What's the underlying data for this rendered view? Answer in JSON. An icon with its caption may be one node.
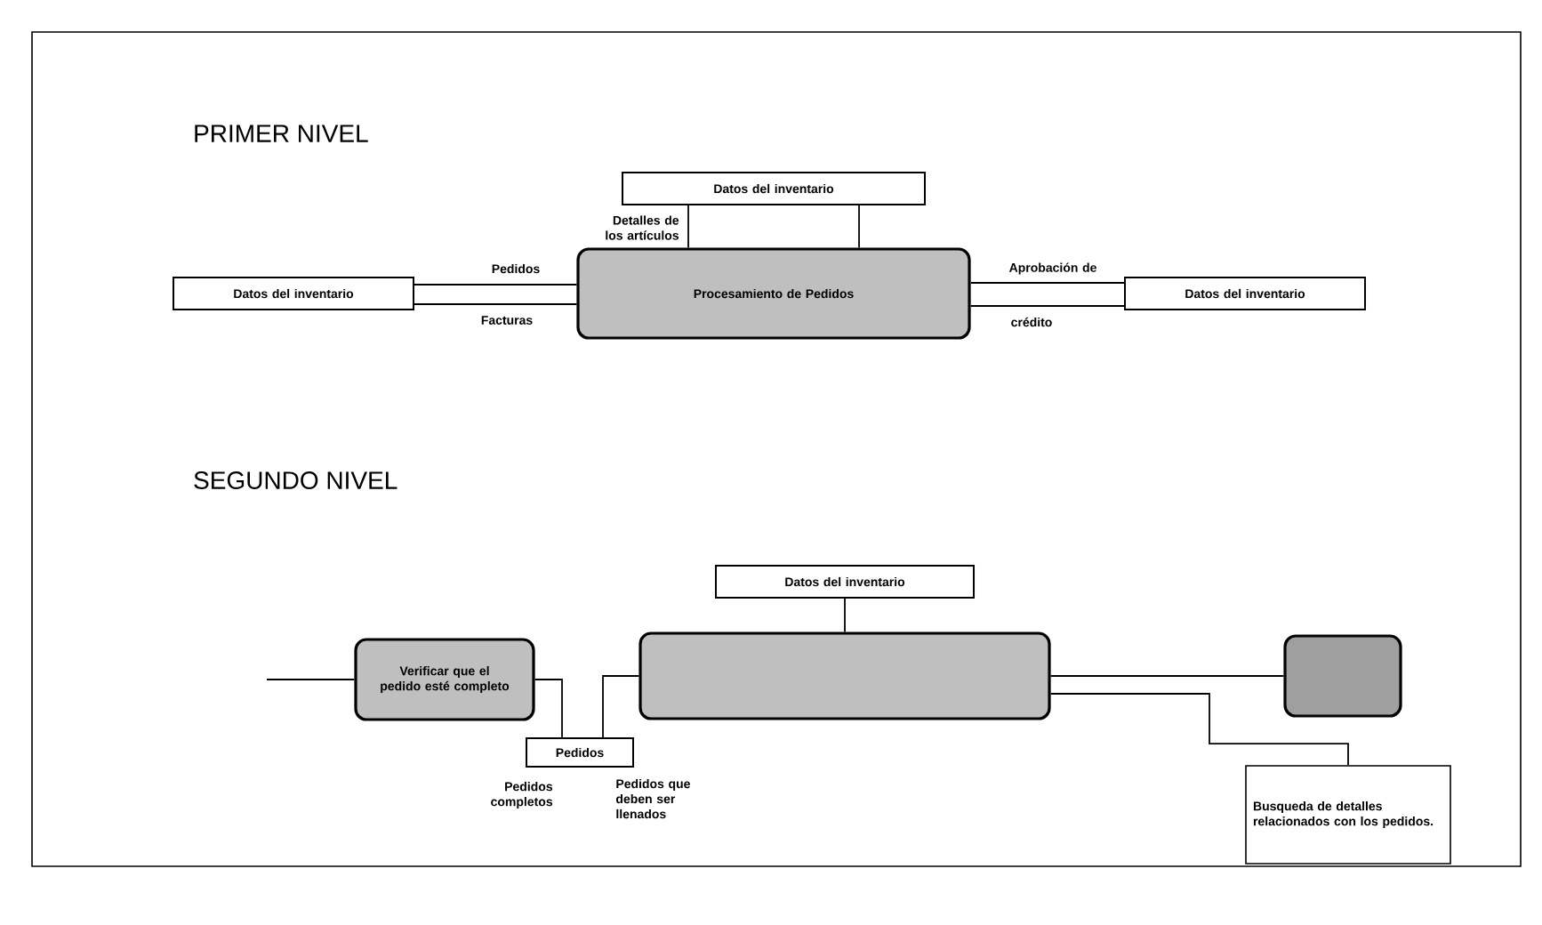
{
  "diagram": {
    "nodes": [
      {
        "text": [
          "Datos del inventario"
        ]
      },
      {
        "text": [
          "Procesamiento de Pedidos"
        ]
      },
      {
        "text": [
          "Datos del inventario"
        ]
      },
      {
        "text": [
          "Datos del inventario"
        ]
      },
      {
        "text": [
          "Datos del inventario"
        ]
      },
      {
        "text": [
          "Verificar que el pedido esté completo"
        ]
      },
      {
        "text": [
          "Pedidos"
        ]
      },
      {
        "text": [],
        "shape": "box"
      },
      {
        "text": [],
        "shape": "box"
      },
      {
        "text": [
          "Busqueda de detalles relacionados con los pedidos."
        ]
      }
    ],
    "edges": [
      {
        "from": 0,
        "to": 1,
        "arrow": "none",
        "label": "Detalles de los artículos"
      },
      {
        "from": 0,
        "to": 1,
        "arrow": "none"
      },
      {
        "from": 2,
        "to": 1,
        "arrow": "none",
        "label": "Pedidos"
      },
      {
        "from": 2,
        "to": 1,
        "arrow": "none",
        "label": "Facturas"
      },
      {
        "from": 1,
        "to": 3,
        "arrow": "none",
        "label": "Aprobación de"
      },
      {
        "from": 1,
        "to": 3,
        "arrow": "none",
        "label": "crédito"
      },
      {
        "from": null,
        "to": 5,
        "arrow": "none"
      },
      {
        "from": 5,
        "to": 6,
        "arrow": "none",
        "label": "Pedidos completos"
      },
      {
        "from": 6,
        "to": 7,
        "arrow": "none",
        "label": "Pedidos que deben ser llenados"
      },
      {
        "from": 4,
        "to": 7,
        "arrow": "none"
      },
      {
        "from": 7,
        "to": 8,
        "arrow": "none"
      },
      {
        "from": 7,
        "to": 9,
        "arrow": "none"
      }
    ],
    "labels": [
      "PRIMER NIVEL",
      "SEGUNDO NIVEL"
    ]
  }
}
